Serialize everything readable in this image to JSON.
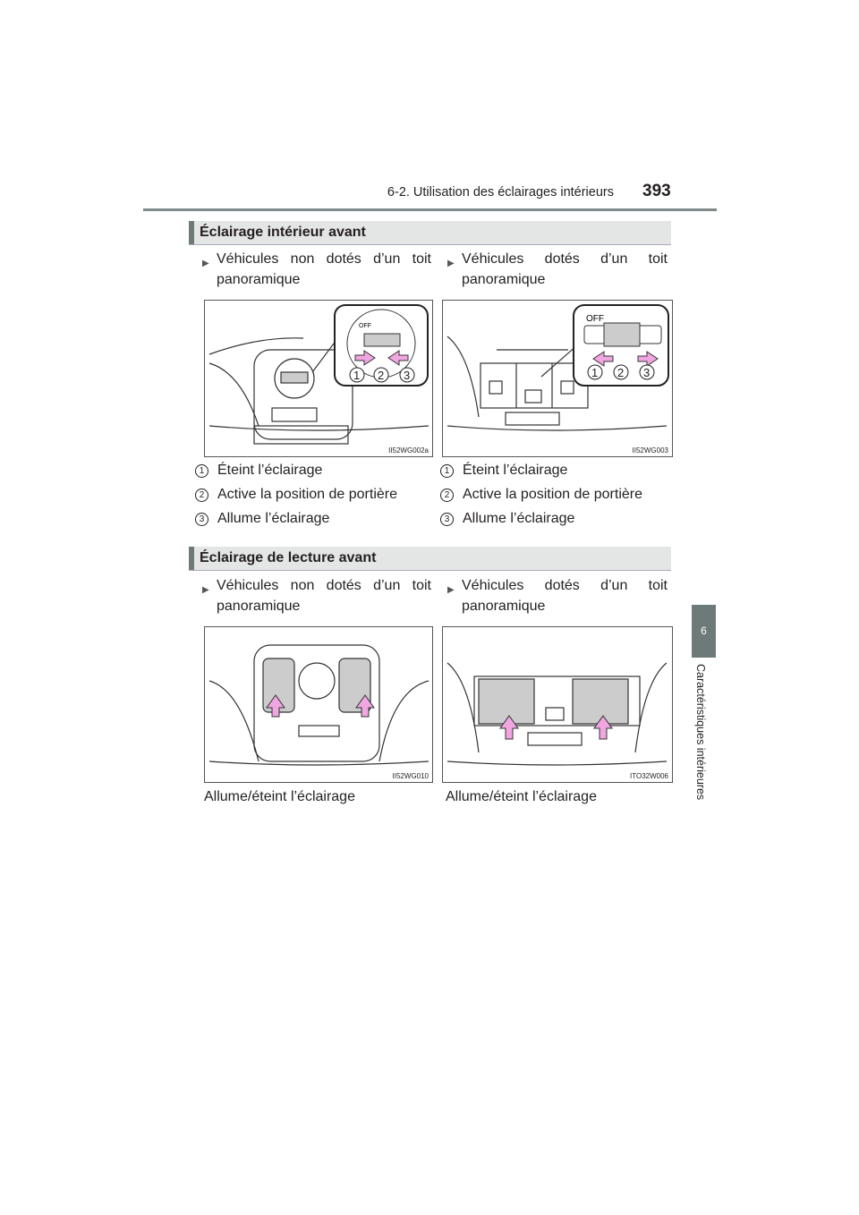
{
  "header": {
    "section": "6-2. Utilisation des éclairages intérieurs",
    "page_number": "393"
  },
  "side_tab": {
    "number": "6",
    "label": "Caractéristiques intérieures"
  },
  "sections": [
    {
      "title": "Éclairage intérieur avant",
      "left": {
        "bullet": "Véhicules non dotés d’un toit panoramique",
        "image_code": "II52WG002a",
        "items": [
          "Éteint l’éclairage",
          "Active la position de portière",
          "Allume l’éclairage"
        ]
      },
      "right": {
        "bullet": "Véhicules dotés d’un toit panoramique",
        "image_code": "II52WG003",
        "items": [
          "Éteint l’éclairage",
          "Active la position de portière",
          "Allume l’éclairage"
        ]
      },
      "callout": {
        "off": "OFF",
        "numbers": [
          "1",
          "2",
          "3"
        ]
      }
    },
    {
      "title": "Éclairage de lecture avant",
      "left": {
        "bullet": "Véhicules non dotés d’un toit panoramique",
        "image_code": "II52WG010",
        "caption": "Allume/éteint l’éclairage"
      },
      "right": {
        "bullet": "Véhicules dotés d’un toit panoramique",
        "image_code": "ITO32W006",
        "caption": "Allume/éteint l’éclairage"
      }
    }
  ],
  "colors": {
    "arrow": "#f0a6e0",
    "tab": "#6d7a79",
    "section_bg": "#e4e6e5"
  }
}
